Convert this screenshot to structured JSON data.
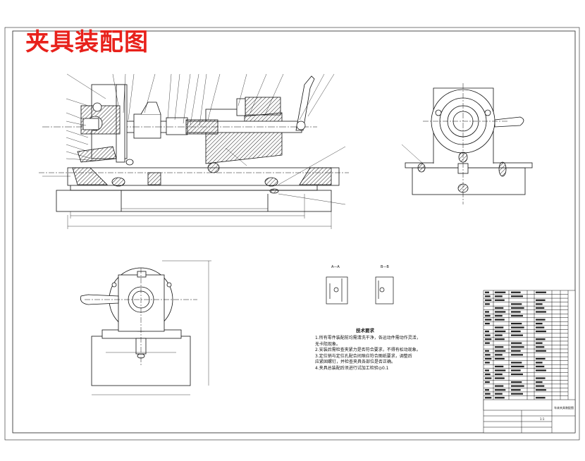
{
  "drawing": {
    "title": "夹具装配图",
    "title_color": "#e8211b",
    "line_color": "#111111",
    "hatch_color": "#333333",
    "paper_color": "#ffffff"
  },
  "technical_requirements": {
    "heading": "技术要求",
    "lines": [
      "1.所有零件装配前均需清洗干净，各运动件需动作灵活，",
      "无卡阻现象。",
      "2.安装后需检查夹紧力是否符合要求，不得有松动现象。",
      "3.定位销与定位孔配合间隙应符合图纸要求，调整后",
      "应紧固螺钉，并检查夹具各部位是否正确。",
      "4.夹具总装配后须进行试加工检验◎0.1"
    ]
  },
  "section_labels": {
    "a_a": "A—A",
    "b_b": "B—B"
  },
  "title_block": {
    "part_title": "车床夹具装配图",
    "scale": "1:1"
  }
}
